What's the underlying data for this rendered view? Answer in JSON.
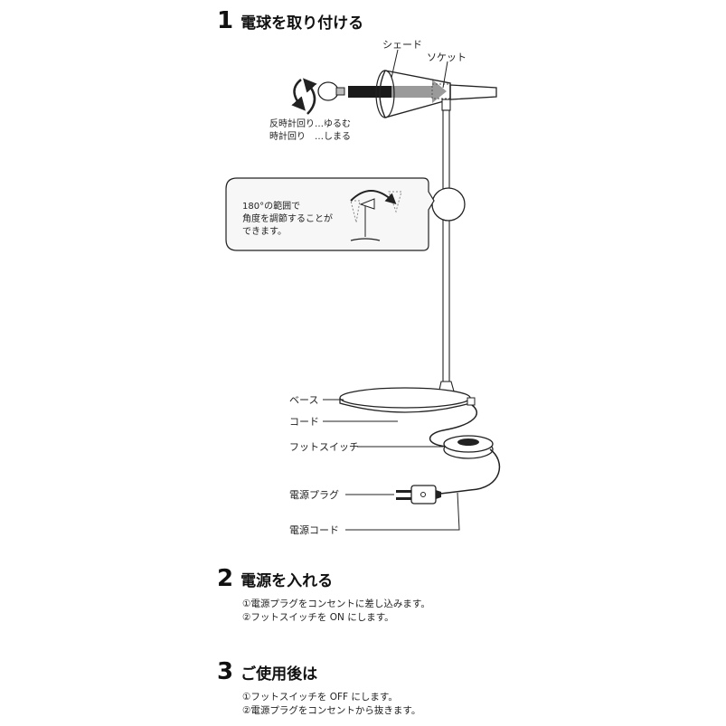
{
  "steps": [
    {
      "number": "1",
      "title": "電球を取り付ける",
      "lines": []
    },
    {
      "number": "2",
      "title": "電源を入れる",
      "lines": [
        "①電源プラグをコンセントに差し込みます。",
        "②フットスイッチを ON にします。"
      ]
    },
    {
      "number": "3",
      "title": "ご使用後は",
      "lines": [
        "①フットスイッチを OFF にします。",
        "②電源プラグをコンセントから抜きます。"
      ]
    }
  ],
  "labels": {
    "shade": "シェード",
    "socket": "ソケット",
    "base": "ベース",
    "cord": "コード",
    "foot_switch": "フットスイッチ",
    "power_plug": "電源プラグ",
    "power_cord": "電源コード"
  },
  "rotation": {
    "loosen": "反時計回り…ゆるむ",
    "tighten": "時計回り　…しまる"
  },
  "callout": {
    "lines": [
      "180°の範囲で",
      "角度を調節することが",
      "できます。"
    ]
  },
  "colors": {
    "ink": "#222222",
    "arrow_dark": "#1a1a1a",
    "arrow_gray": "#9a9a9a",
    "callout_bg": "#f7f7f7"
  }
}
